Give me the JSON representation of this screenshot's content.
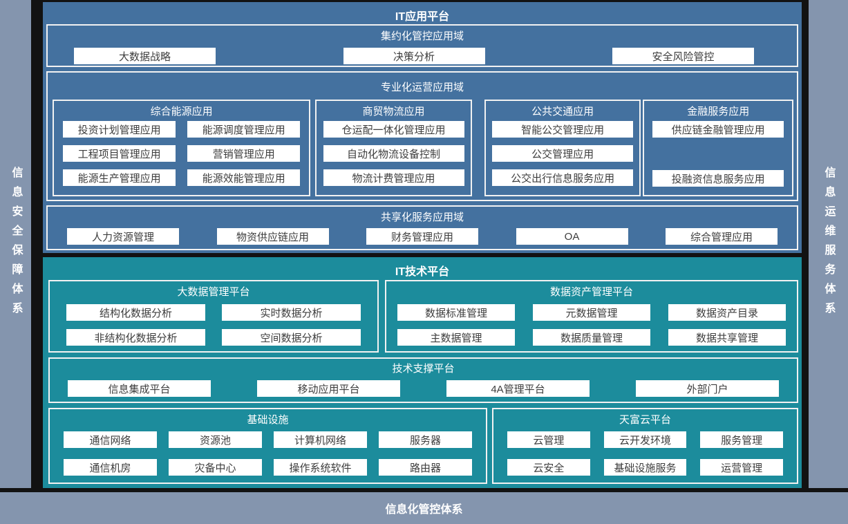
{
  "colors": {
    "frame_background": "#121212",
    "pillar_background": "#8495AE",
    "app_platform_background": "#44719F",
    "tech_platform_background": "#1C8C9C",
    "box_border": "#F2F2F2",
    "button_background": "#FFFFFF",
    "button_text": "#3D3D3D",
    "title_text": "#FFFFFF"
  },
  "frame": {
    "left_bar_label": "信息安全保障体系",
    "right_bar_label": "信息运维服务体系",
    "bottom_bar_label": "信息化管控体系"
  },
  "app_platform": {
    "title": "IT应用平台",
    "intensive_domain": {
      "title": "集约化管控应用域",
      "items": [
        "大数据战略",
        "决策分析",
        "安全风险管控"
      ]
    },
    "professional_domain": {
      "title": "专业化运营应用域",
      "groups": [
        {
          "title": "综合能源应用",
          "items": [
            "投资计划管理应用",
            "能源调度管理应用",
            "工程项目管理应用",
            "营销管理应用",
            "能源生产管理应用",
            "能源效能管理应用"
          ]
        },
        {
          "title": "商贸物流应用",
          "items": [
            "仓运配一体化管理应用",
            "自动化物流设备控制",
            "物流计费管理应用"
          ]
        },
        {
          "title": "公共交通应用",
          "items": [
            "智能公交管理应用",
            "公交管理应用",
            "公交出行信息服务应用"
          ]
        },
        {
          "title": "金融服务应用",
          "items": [
            "供应链金融管理应用",
            "投融资信息服务应用"
          ]
        }
      ]
    },
    "shared_domain": {
      "title": "共享化服务应用域",
      "items": [
        "人力资源管理",
        "物资供应链应用",
        "财务管理应用",
        "OA",
        "综合管理应用"
      ]
    }
  },
  "tech_platform": {
    "title": "IT技术平台",
    "bigdata": {
      "title": "大数据管理平台",
      "items": [
        "结构化数据分析",
        "实时数据分析",
        "非结构化数据分析",
        "空间数据分析"
      ]
    },
    "data_asset": {
      "title": "数据资产管理平台",
      "items": [
        "数据标准管理",
        "元数据管理",
        "数据资产目录",
        "主数据管理",
        "数据质量管理",
        "数据共享管理"
      ]
    },
    "tech_support": {
      "title": "技术支撑平台",
      "items": [
        "信息集成平台",
        "移动应用平台",
        "4A管理平台",
        "外部门户"
      ]
    },
    "infrastructure": {
      "title": "基础设施",
      "items": [
        "通信网络",
        "资源池",
        "计算机网络",
        "服务器",
        "通信机房",
        "灾备中心",
        "操作系统软件",
        "路由器"
      ]
    },
    "cloud": {
      "title": "天富云平台",
      "items": [
        "云管理",
        "云开发环境",
        "服务管理",
        "云安全",
        "基础设施服务",
        "运营管理"
      ]
    }
  }
}
